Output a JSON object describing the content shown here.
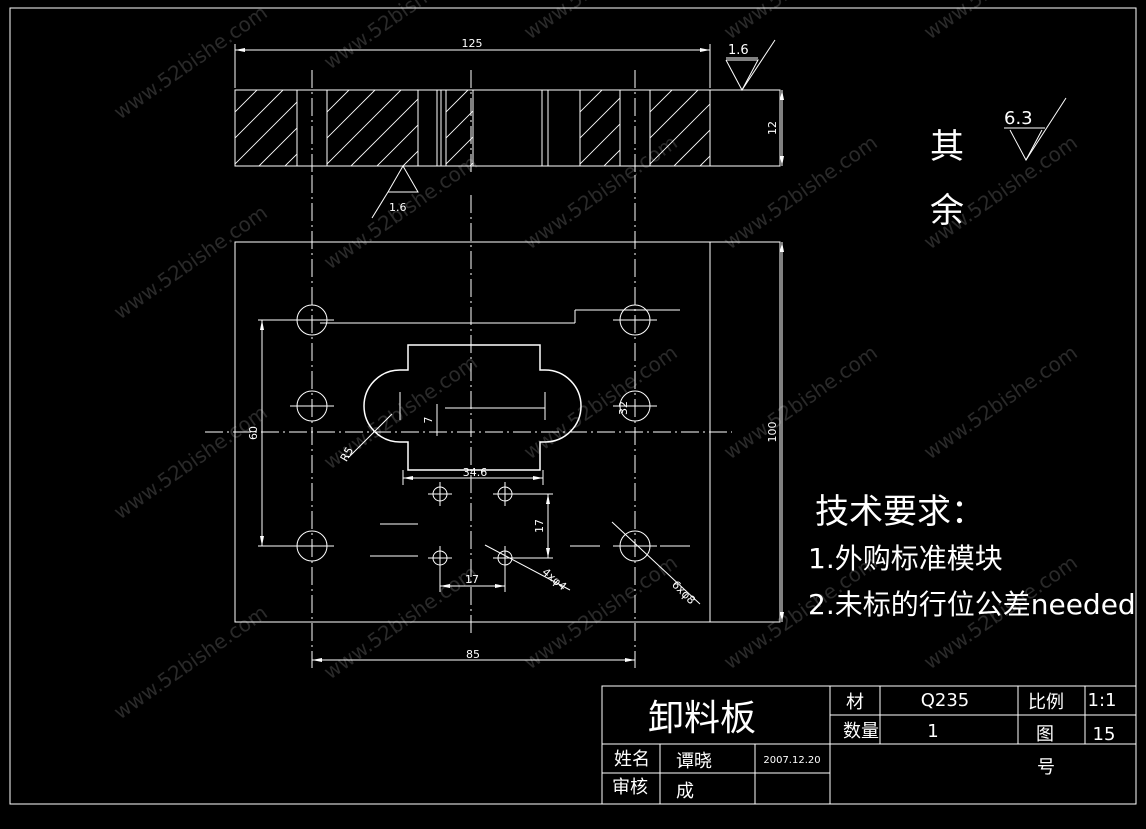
{
  "colors": {
    "background": "#000000",
    "lines": "#ffffff",
    "watermark": "#2a2a2a"
  },
  "watermark_text": "www.52bishe.com",
  "dimensions": {
    "top_width": "125",
    "thickness": "12",
    "height": "100",
    "hole_spacing_v": "60",
    "bottom_width": "85",
    "slot_width": "34.6",
    "slot_height": "7",
    "radius": "R5",
    "small_hole_v": "17",
    "small_hole_h": "17",
    "small_holes": "4xφ4",
    "large_holes": "6xφ8",
    "side_label": "32"
  },
  "roughness": {
    "top": "1.6",
    "bottom": "1.6",
    "other": "6.3",
    "other_label_1": "其",
    "other_label_2": "余"
  },
  "tech": {
    "title": "技术要求：",
    "item1": "1.外购标准模块",
    "item2": "2.未标的行位公差needed"
  },
  "title_block": {
    "part_name": "卸料板",
    "material_label": "材",
    "material": "Q235",
    "scale_label": "比例",
    "scale": "1:1",
    "qty_label": "数量",
    "qty": "1",
    "drawing_label": "图",
    "drawing_no": "15",
    "name_label": "姓名",
    "name": "谭晓",
    "date": "2007.12.20",
    "review_label": "审核",
    "reviewer": "成",
    "number_label": "号"
  }
}
